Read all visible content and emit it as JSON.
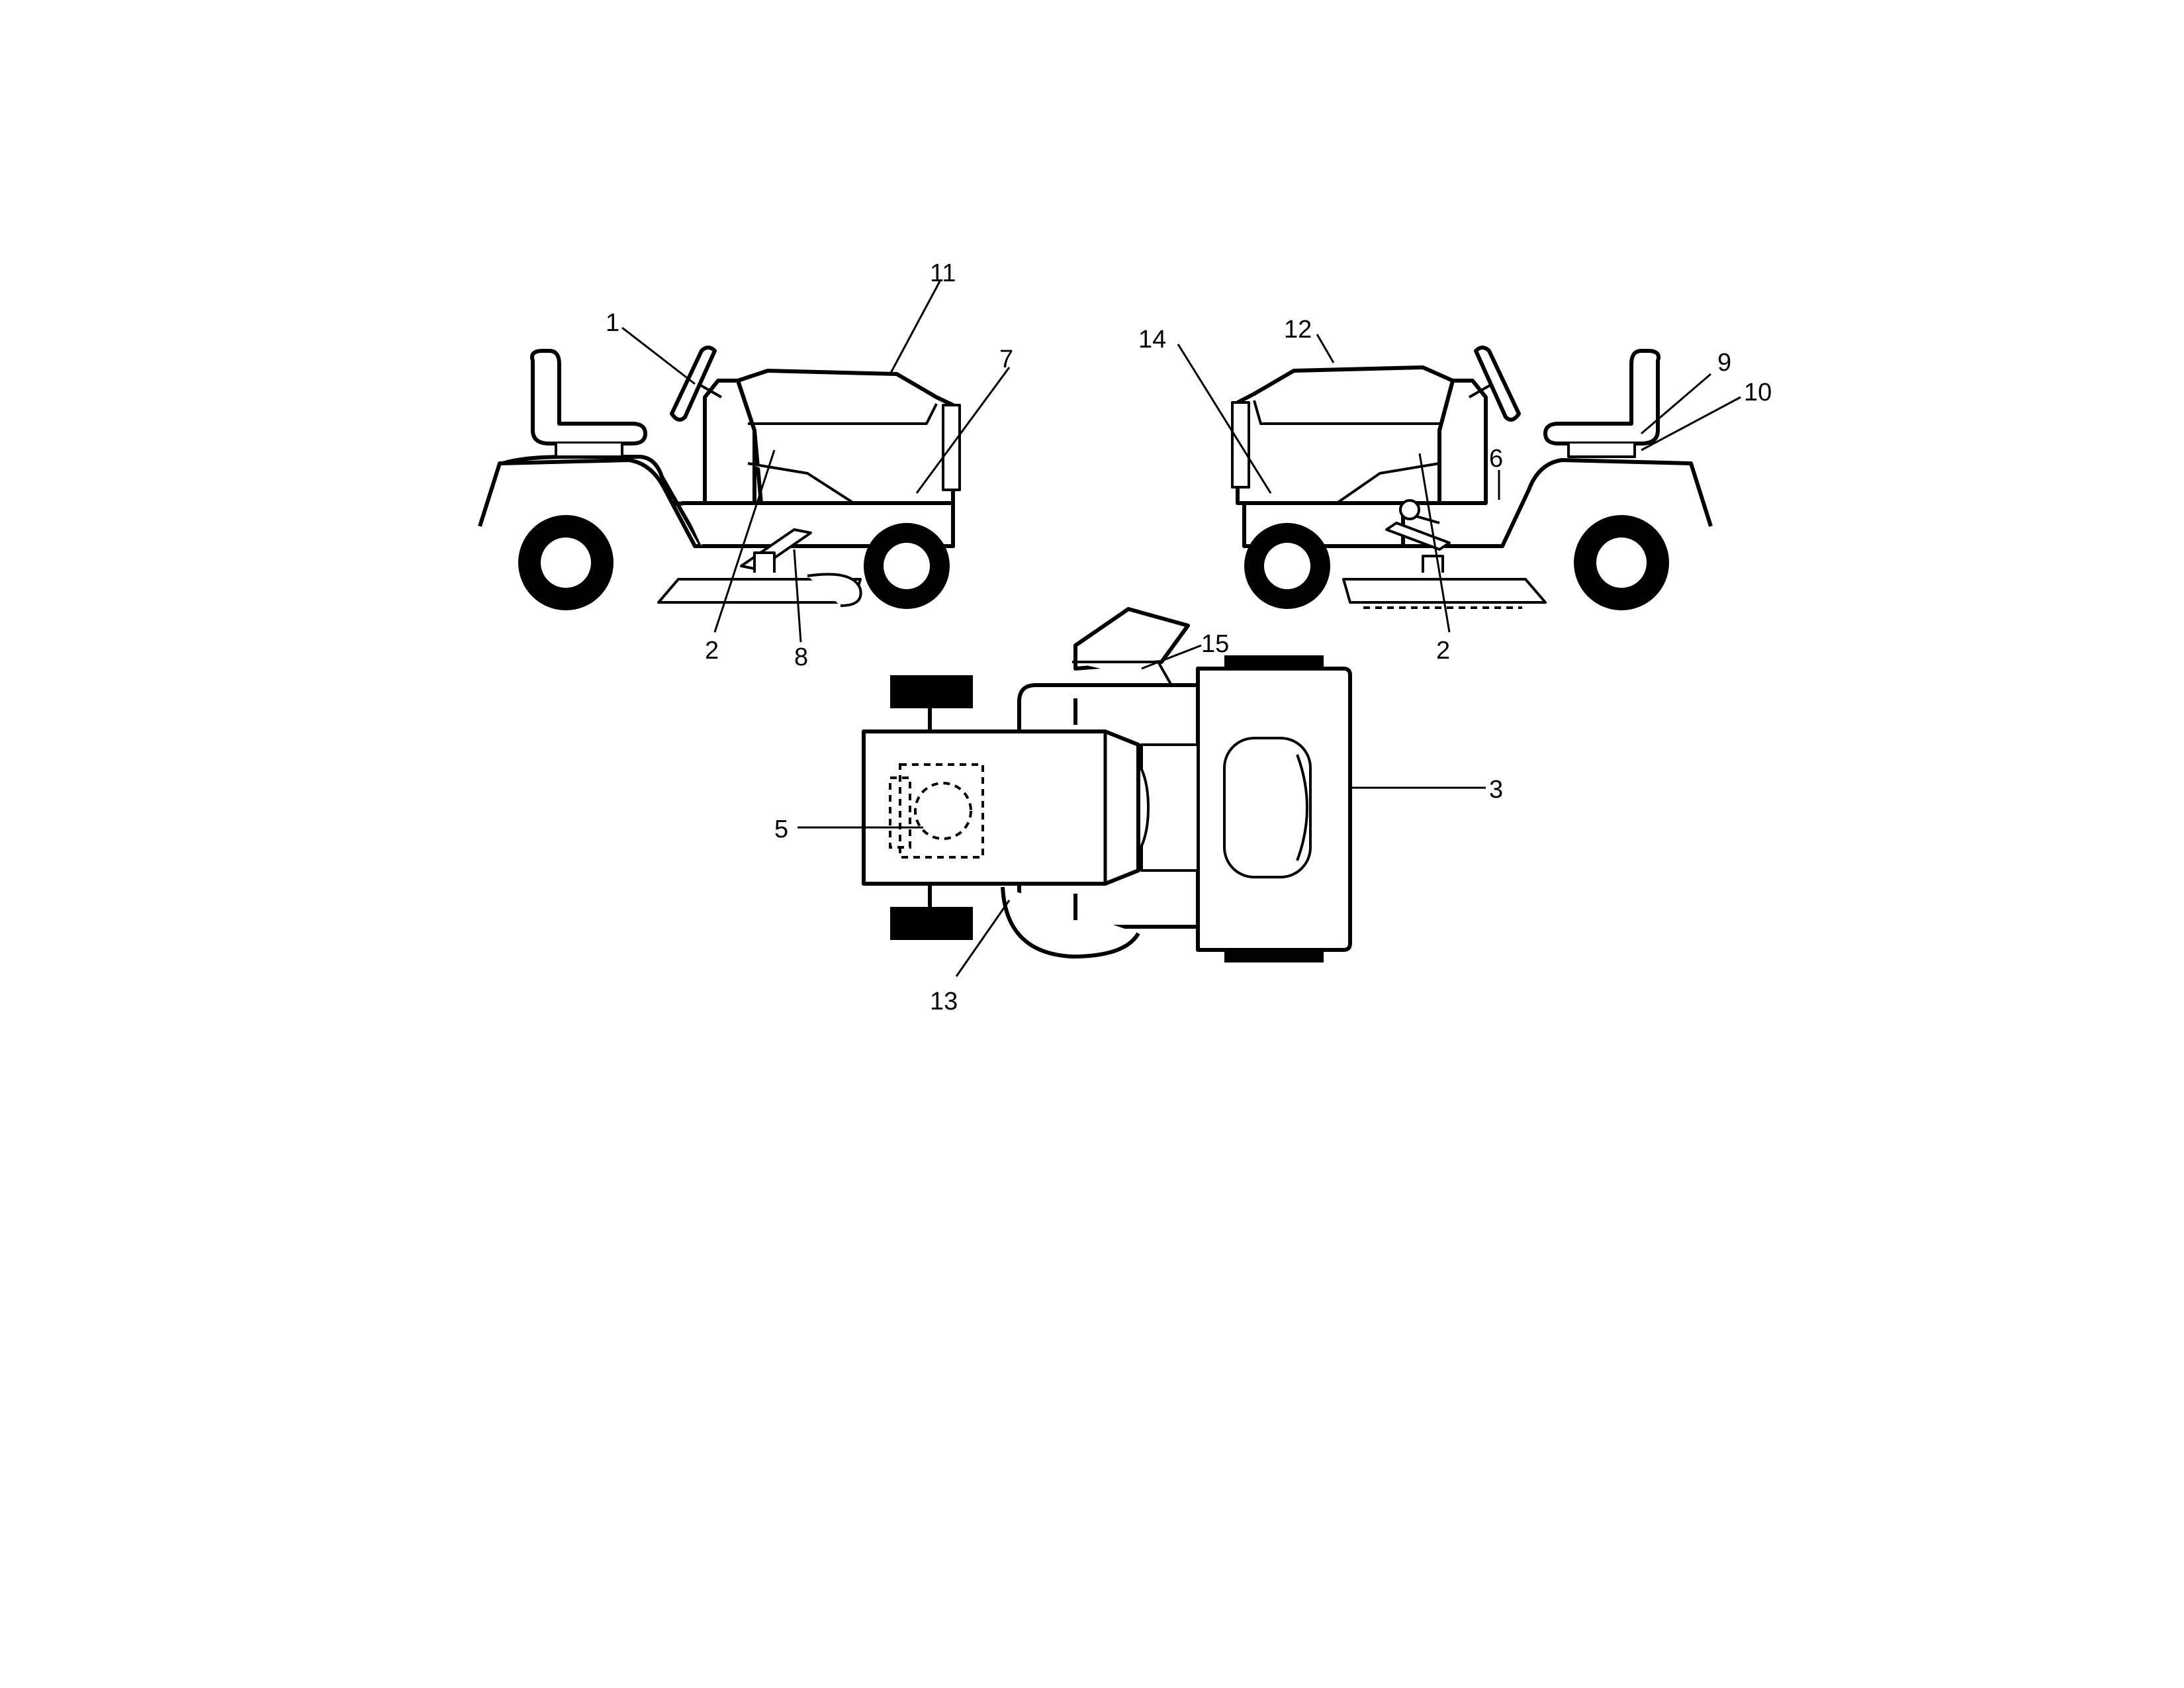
{
  "callouts": {
    "c1": "1",
    "c2a": "2",
    "c2b": "2",
    "c3": "3",
    "c5": "5",
    "c6": "6",
    "c7": "7",
    "c8": "8",
    "c9": "9",
    "c10": "10",
    "c11": "11",
    "c12": "12",
    "c13": "13",
    "c14": "14",
    "c15": "15"
  }
}
